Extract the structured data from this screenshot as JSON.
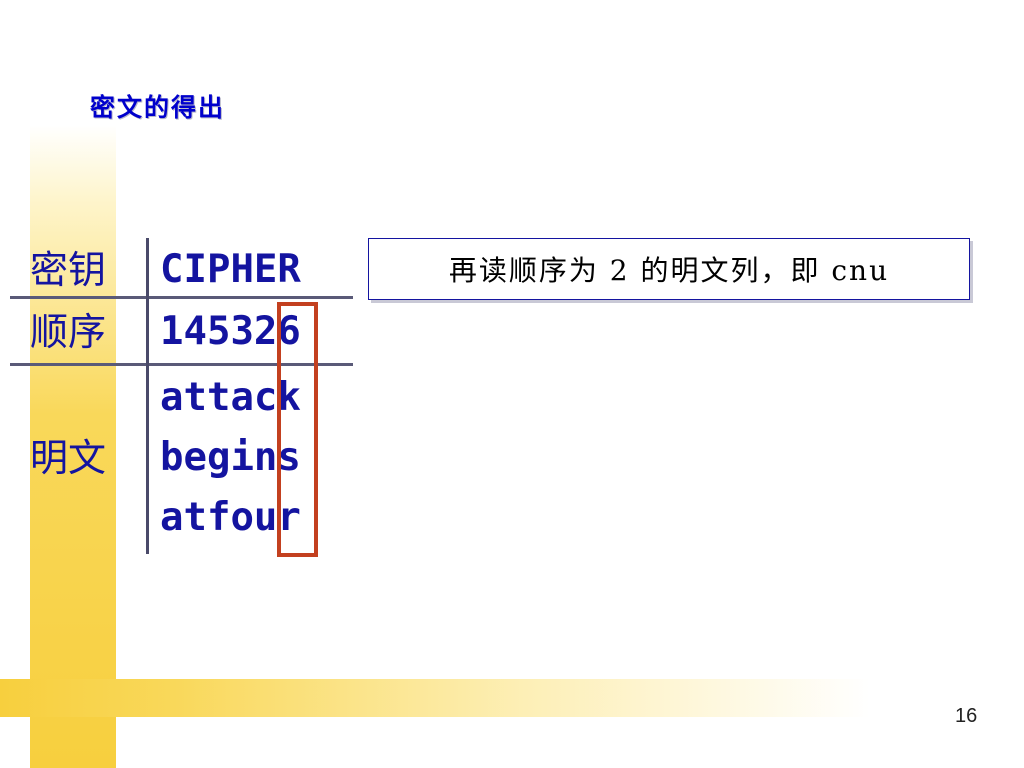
{
  "slide": {
    "title": "密文的得出",
    "table": {
      "key_label": "密钥",
      "key": "CIPHER",
      "order_label": "顺序",
      "order": "145326",
      "plaintext_label": "明文",
      "plaintext_rows": [
        "attack",
        "begins",
        "atfour"
      ]
    },
    "callout": "再读顺序为 2 的明文列，即 cnu",
    "page_number": "16"
  },
  "colors": {
    "title": "#0000cc",
    "table_text": "#1414a0",
    "highlight_border": "#c3401f",
    "accent_yellow": "#f7cf3e"
  }
}
